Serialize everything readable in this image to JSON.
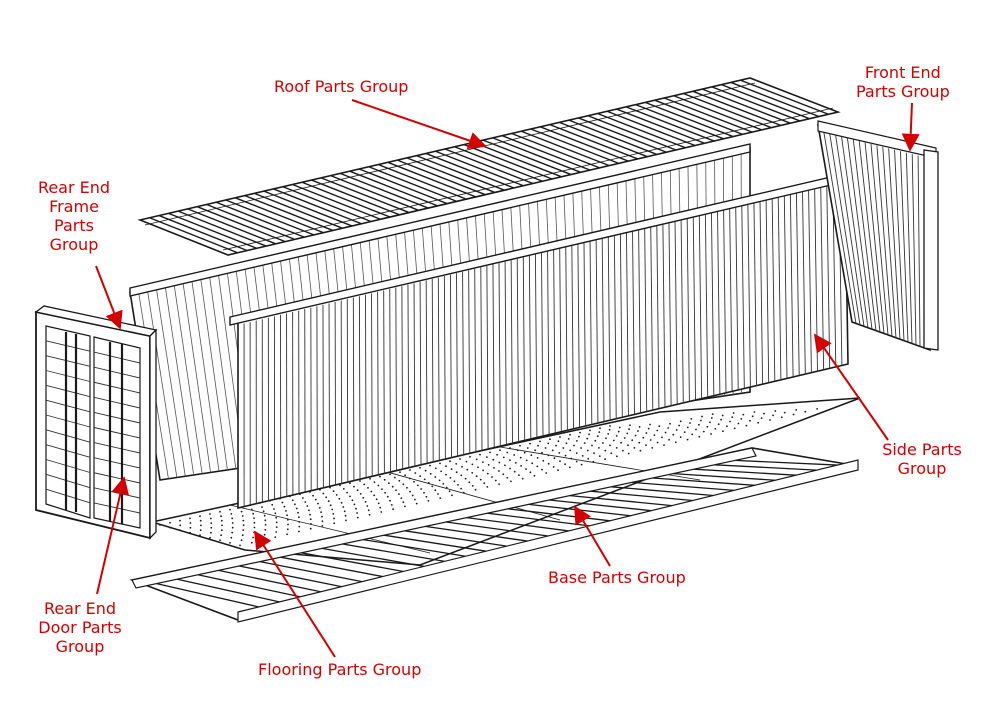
{
  "colors": {
    "label": "#d40000",
    "line": "#1a1a1a",
    "fill": "#ffffff"
  },
  "labels": {
    "roof": [
      "Roof Parts Group"
    ],
    "front_end": [
      "Front End",
      "Parts Group"
    ],
    "rear_frame": [
      "Rear End",
      "Frame",
      "Parts",
      "Group"
    ],
    "side": [
      "Side Parts",
      "Group"
    ],
    "base": [
      "Base Parts Group"
    ],
    "rear_door": [
      "Rear End",
      "Door Parts",
      "Group"
    ],
    "flooring": [
      "Flooring Parts Group"
    ]
  }
}
